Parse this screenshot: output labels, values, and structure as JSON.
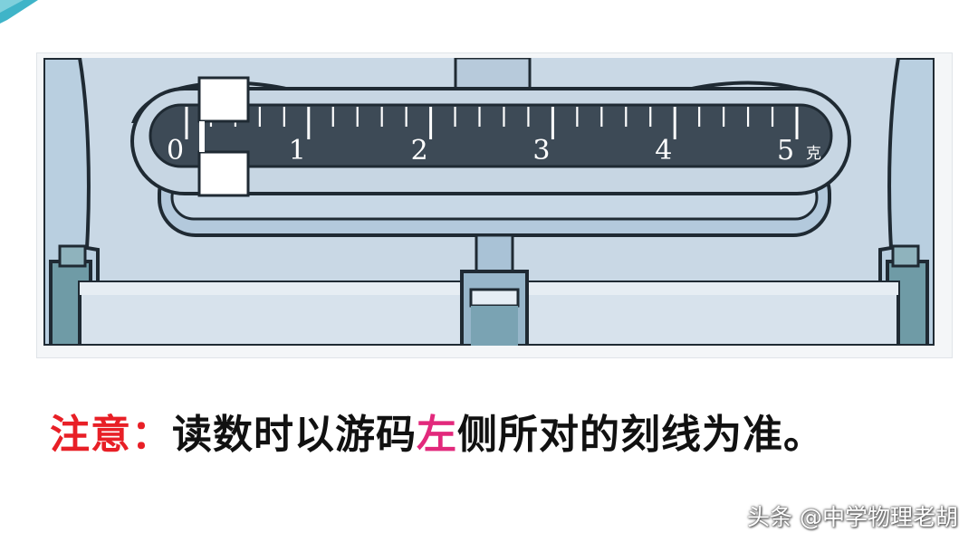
{
  "diagram": {
    "scale_numbers": [
      "0",
      "1",
      "2",
      "3",
      "4",
      "5"
    ],
    "unit": "克",
    "ticks_per_unit": 5,
    "max_value": 5,
    "colors": {
      "scale_bar": "#3d4a56",
      "frame_light": "#c7d6e3",
      "frame_mid": "#a9c2d6",
      "post": "#6f9ba6",
      "outline": "#1f2a33",
      "rider": "#ffffff"
    }
  },
  "note": {
    "label": "注意：",
    "text_before": "读数时以游码",
    "highlight": "左",
    "text_after": "侧所对的刻线为准。",
    "colors": {
      "label": "#e81f26",
      "text": "#111111",
      "highlight": "#e2297c"
    }
  },
  "watermark": {
    "text": "头条 @中学物理老胡"
  }
}
